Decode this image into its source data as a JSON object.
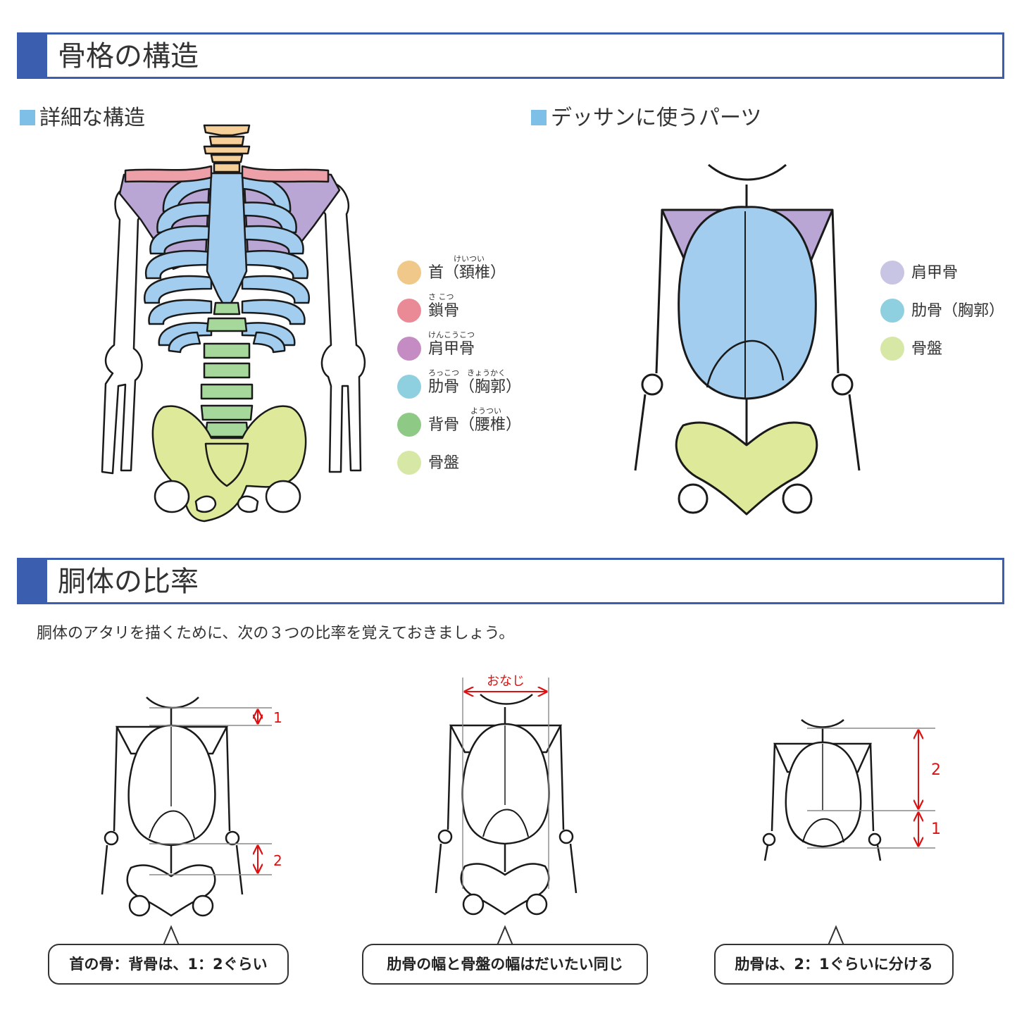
{
  "section1": {
    "title": "骨格の構造"
  },
  "detail": {
    "heading": "詳細な構造",
    "legend": [
      {
        "label": "首（頚椎）",
        "ruby": "けいつい",
        "color": "#f0c88a"
      },
      {
        "label": "鎖骨",
        "ruby": "さ こつ",
        "color": "#ea8a96"
      },
      {
        "label": "肩甲骨",
        "ruby": "けんこうこつ",
        "color": "#c48cc2"
      },
      {
        "label": "肋骨（胸郭）",
        "ruby": "ろっこつ　きょうかく",
        "color": "#8fd0e0"
      },
      {
        "label": "背骨（腰椎）",
        "ruby": "ようつい",
        "color": "#8ec985"
      },
      {
        "label": "骨盤",
        "ruby": "",
        "color": "#d7e8a6"
      }
    ]
  },
  "parts": {
    "heading": "デッサンに使うパーツ",
    "legend": [
      {
        "label": "肩甲骨",
        "color": "#c8c4e4"
      },
      {
        "label": "肋骨（胸郭）",
        "color": "#8fd0e0"
      },
      {
        "label": "骨盤",
        "color": "#d7e8a6"
      }
    ]
  },
  "section2": {
    "title": "胴体の比率"
  },
  "intro": "胴体のアタリを描くために、次の３つの比率を覚えておきましょう。",
  "ratios": {
    "fig1": {
      "top_label": "1",
      "bottom_label": "2",
      "caption": "首の骨：背骨は、1：2ぐらい"
    },
    "fig2": {
      "top_label": "おなじ",
      "caption": "肋骨の幅と骨盤の幅はだいたい同じ"
    },
    "fig3": {
      "top_label": "2",
      "bottom_label": "1",
      "caption": "肋骨は、2：1ぐらいに分ける"
    }
  },
  "colors": {
    "header_blue": "#3b5fae",
    "subhead_square": "#7dbfe6",
    "scapula": "#b9a6d4",
    "ribcage": "#a2cdee",
    "pelvis": "#dfe99a",
    "spine": "#a6d79b",
    "neck": "#f7cf98",
    "clavicle": "#eea0a8",
    "ratio_red": "#dd1111"
  }
}
